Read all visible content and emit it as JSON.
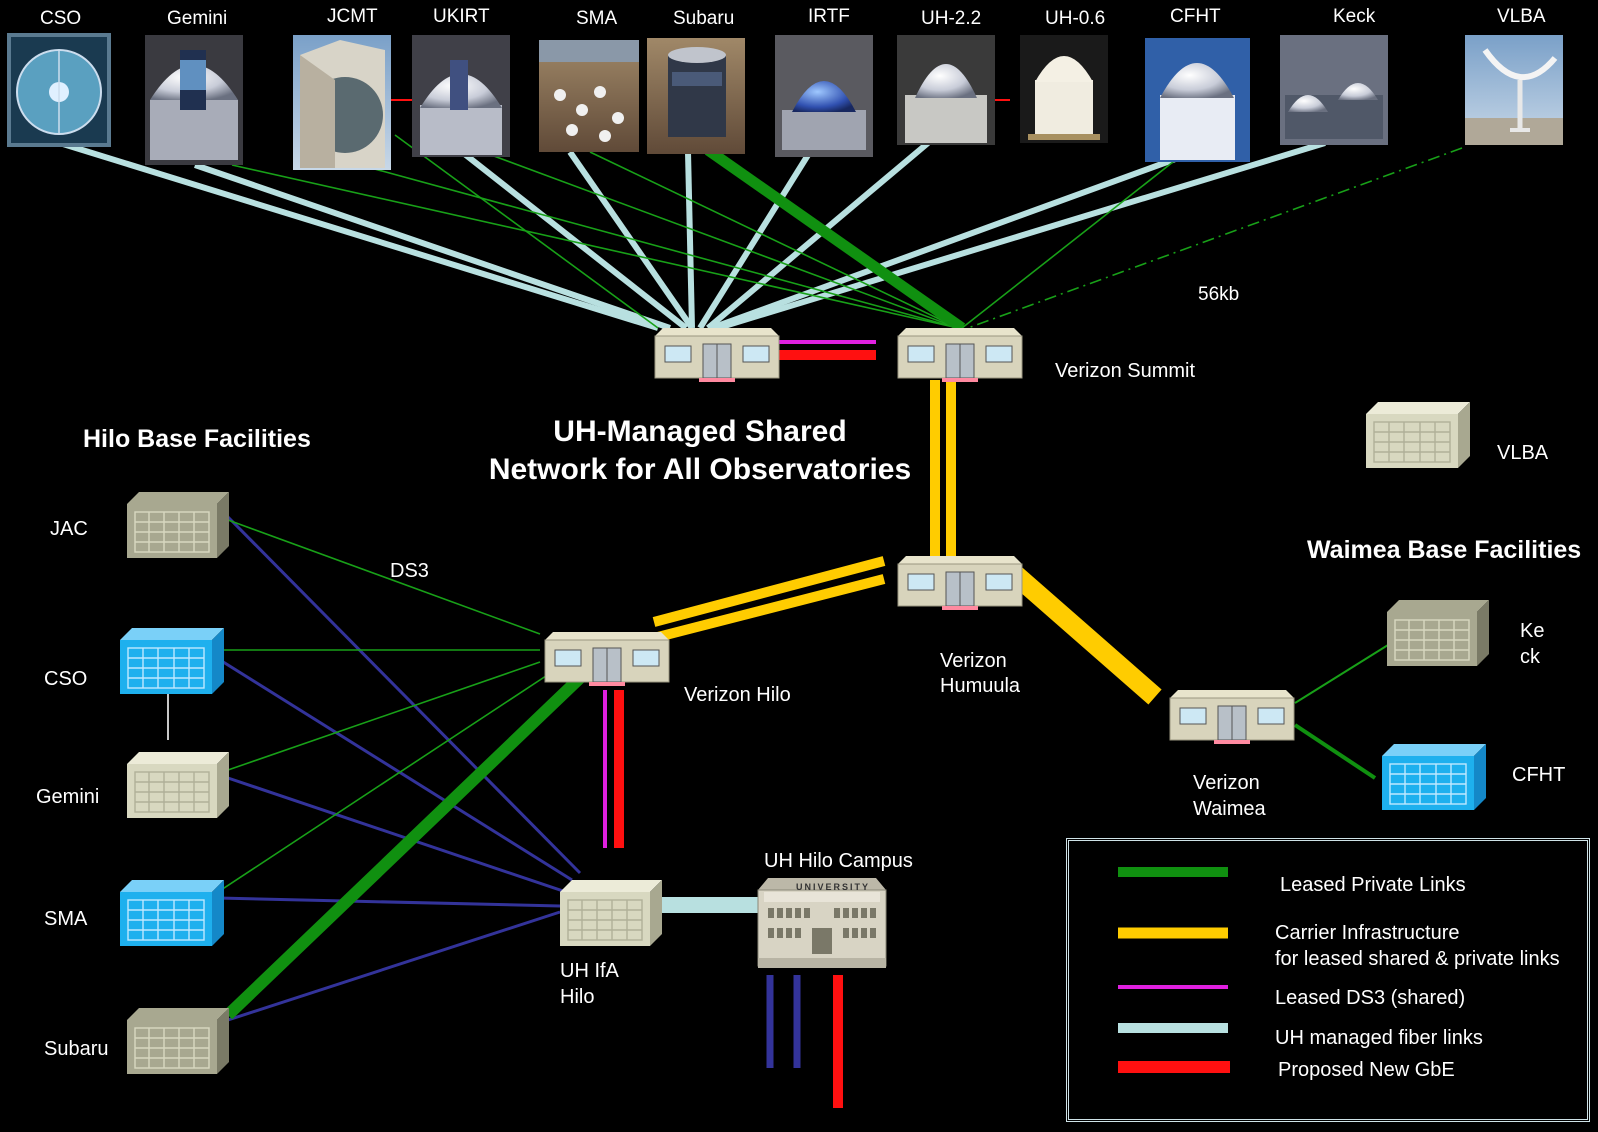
{
  "title": {
    "line1": "UH-Managed Shared",
    "line2": "Network for All Observatories"
  },
  "headings": {
    "hilo": "Hilo Base Facilities",
    "waimea": "Waimea Base Facilities"
  },
  "telescopes": [
    "CSO",
    "Gemini",
    "JCMT",
    "UKIRT",
    "SMA",
    "Subaru",
    "IRTF",
    "UH-2.2",
    "UH-0.6",
    "CFHT",
    "Keck",
    "VLBA"
  ],
  "hilo_sites": [
    "JAC",
    "CSO",
    "Gemini",
    "SMA",
    "Subaru"
  ],
  "waimea_sites": {
    "keck_line1": "Ke",
    "keck_line2": "ck",
    "cfht": "CFHT"
  },
  "nodes": {
    "summit": "Verizon Summit",
    "vlba": "VLBA",
    "hilo": "Verizon Hilo",
    "humuula_line1": "Verizon",
    "humuula_line2": "Humuula",
    "waimea_line1": "Verizon",
    "waimea_line2": "Waimea",
    "ifa_line1": "UH IfA",
    "ifa_line2": "Hilo",
    "campus": "UH Hilo Campus",
    "campus_sign": "UNIVERSITY"
  },
  "annotations": {
    "ds3": "DS3",
    "kb56": "56kb"
  },
  "legend": {
    "items": [
      {
        "label": "Leased Private Links",
        "label2": "",
        "color": "#109010"
      },
      {
        "label": "Carrier Infrastructure",
        "label2": "for leased shared & private links",
        "color": "#ffcc00"
      },
      {
        "label": "Leased DS3 (shared)",
        "label2": "",
        "color": "#e020e0"
      },
      {
        "label": "UH managed fiber links",
        "label2": "",
        "color": "#b8e0e0"
      },
      {
        "label": "Proposed New GbE",
        "label2": "",
        "color": "#ff1010"
      }
    ]
  },
  "colors": {
    "private": "#109010",
    "carrier": "#ffcc00",
    "ds3": "#e020e0",
    "fiber": "#b8e0e0",
    "gbe": "#ff1010",
    "shared_blue": "#33339a",
    "thin_green": "#18a018",
    "building": "#d8d8c0",
    "building_blue": "#1eb0ee"
  }
}
